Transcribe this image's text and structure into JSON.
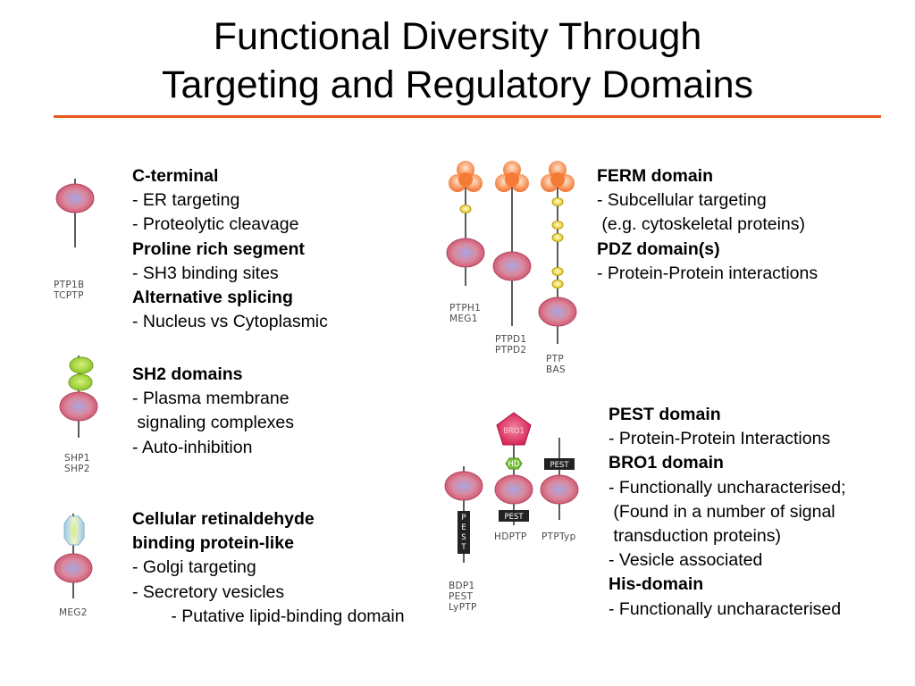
{
  "title": {
    "line1": "Functional Diversity Through",
    "line2": "Targeting and Regulatory Domains"
  },
  "labels": {
    "ptp1b_1": "PTP1B",
    "ptp1b_2": "TCPTP",
    "shp_1": "SHP1",
    "shp_2": "SHP2",
    "meg2": "MEG2",
    "ptph1_1": "PTPH1",
    "ptph1_2": "MEG1",
    "ptpd_1": "PTPD1",
    "ptpd_2": "PTPD2",
    "ptpbas_1": "PTP",
    "ptpbas_2": "BAS",
    "bdp1_1": "BDP1",
    "bdp1_2": "PEST",
    "bdp1_3": "LyPTP",
    "hdptp": "HDPTP",
    "ptptyp": "PTPTyp",
    "bro1_tag": "BRO1",
    "hd_tag": "HD",
    "pest_tag_a": "PEST",
    "pest_tag_b": "PEST",
    "pest_vertical": [
      "P",
      "E",
      "S",
      "T"
    ]
  },
  "blocks": {
    "cterm": [
      {
        "text": "C-terminal",
        "bold": true
      },
      {
        "text": "- ER targeting",
        "bold": false
      },
      {
        "text": "- Proteolytic cleavage",
        "bold": false
      },
      {
        "text": "Proline rich segment",
        "bold": true
      },
      {
        "text": "- SH3 binding sites",
        "bold": false
      },
      {
        "text": "Alternative splicing",
        "bold": true
      },
      {
        "text": "- Nucleus vs Cytoplasmic",
        "bold": false
      }
    ],
    "sh2": [
      {
        "text": "SH2 domains",
        "bold": true
      },
      {
        "text": "- Plasma membrane",
        "bold": false
      },
      {
        "text": " signaling complexes",
        "bold": false
      },
      {
        "text": "- Auto-inhibition",
        "bold": false
      }
    ],
    "cral": [
      {
        "text": "Cellular retinaldehyde",
        "bold": true
      },
      {
        "text": "binding protein-like",
        "bold": true
      },
      {
        "text": "- Golgi targeting",
        "bold": false
      },
      {
        "text": "- Secretory vesicles",
        "bold": false
      },
      {
        "text": "        - Putative lipid-binding domain",
        "bold": false
      }
    ],
    "ferm": [
      {
        "text": "FERM domain",
        "bold": true
      },
      {
        "text": "- Subcellular targeting",
        "bold": false
      },
      {
        "text": " (e.g. cytoskeletal proteins)",
        "bold": false
      },
      {
        "text": "PDZ domain(s)",
        "bold": true
      },
      {
        "text": "- Protein-Protein interactions",
        "bold": false
      }
    ],
    "pest": [
      {
        "text": "PEST domain",
        "bold": true
      },
      {
        "text": "- Protein-Protein Interactions",
        "bold": false
      },
      {
        "text": "BRO1 domain",
        "bold": true
      },
      {
        "text": "- Functionally uncharacterised;",
        "bold": false
      },
      {
        "text": " (Found in a number of signal",
        "bold": false
      },
      {
        "text": " transduction proteins)",
        "bold": false
      },
      {
        "text": "- Vesicle associated",
        "bold": false
      },
      {
        "text": "His-domain",
        "bold": true
      },
      {
        "text": "- Functionally uncharacterised",
        "bold": false
      }
    ]
  }
}
